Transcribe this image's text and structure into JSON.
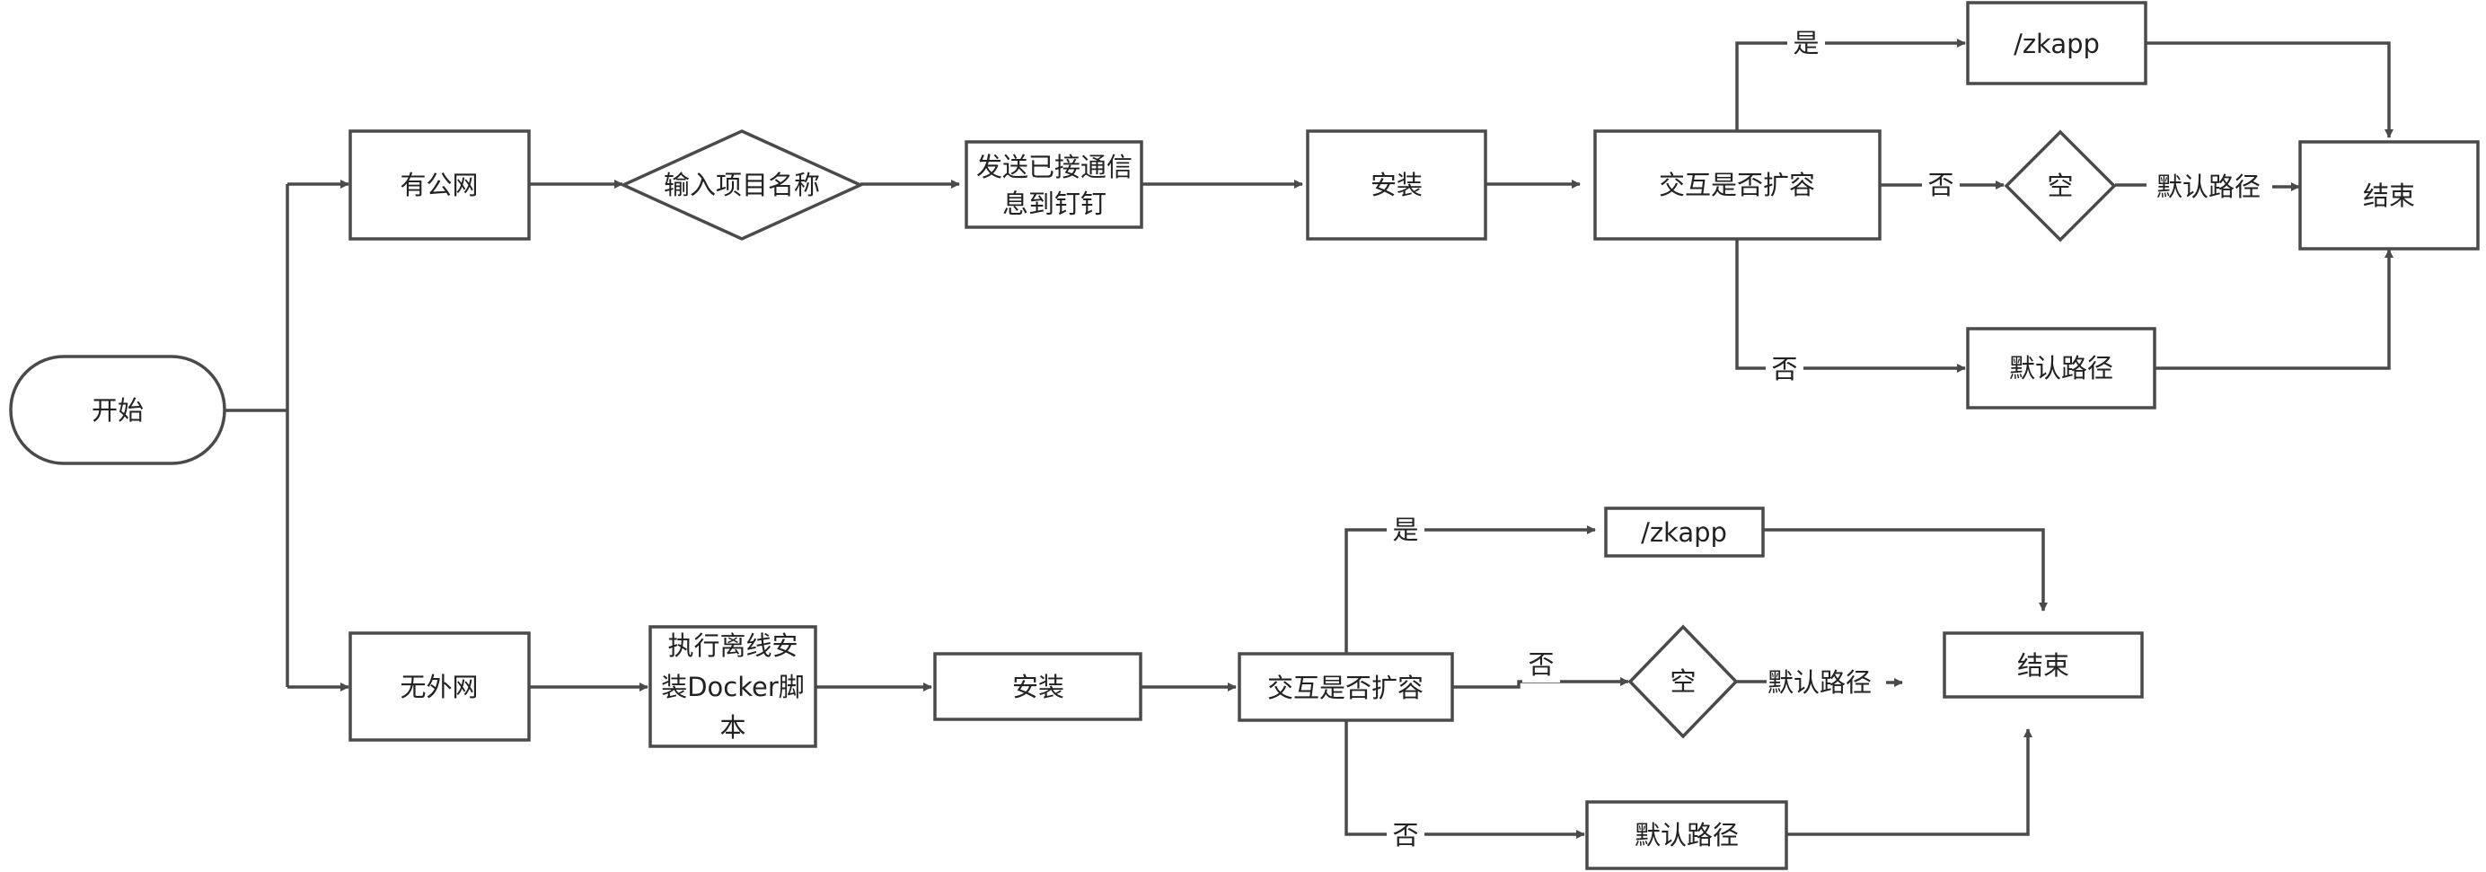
{
  "diagram": {
    "start": "开始",
    "branch_public": "有公网",
    "branch_offline": "无外网",
    "top_flow": {
      "input_project": "输入项目名称",
      "send_line1": "发送已接通信",
      "send_line2": "息到钉钉",
      "install": "安装",
      "interact": "交互是否扩容",
      "yes": "是",
      "zkapp": "/zkapp",
      "no_mid": "否",
      "empty": "空",
      "default_path_mid": "默认路径",
      "end": "结束",
      "no_bottom": "否",
      "default_path_bottom": "默认路径"
    },
    "bottom_flow": {
      "offline_line1": "执行离线安",
      "offline_line2": "装Docker脚",
      "offline_line3": "本",
      "install": "安装",
      "interact": "交互是否扩容",
      "yes": "是",
      "zkapp": "/zkapp",
      "no_mid": "否",
      "empty": "空",
      "default_path_mid": "默认路径",
      "end": "结束",
      "no_bottom": "否",
      "default_path_bottom": "默认路径"
    }
  }
}
